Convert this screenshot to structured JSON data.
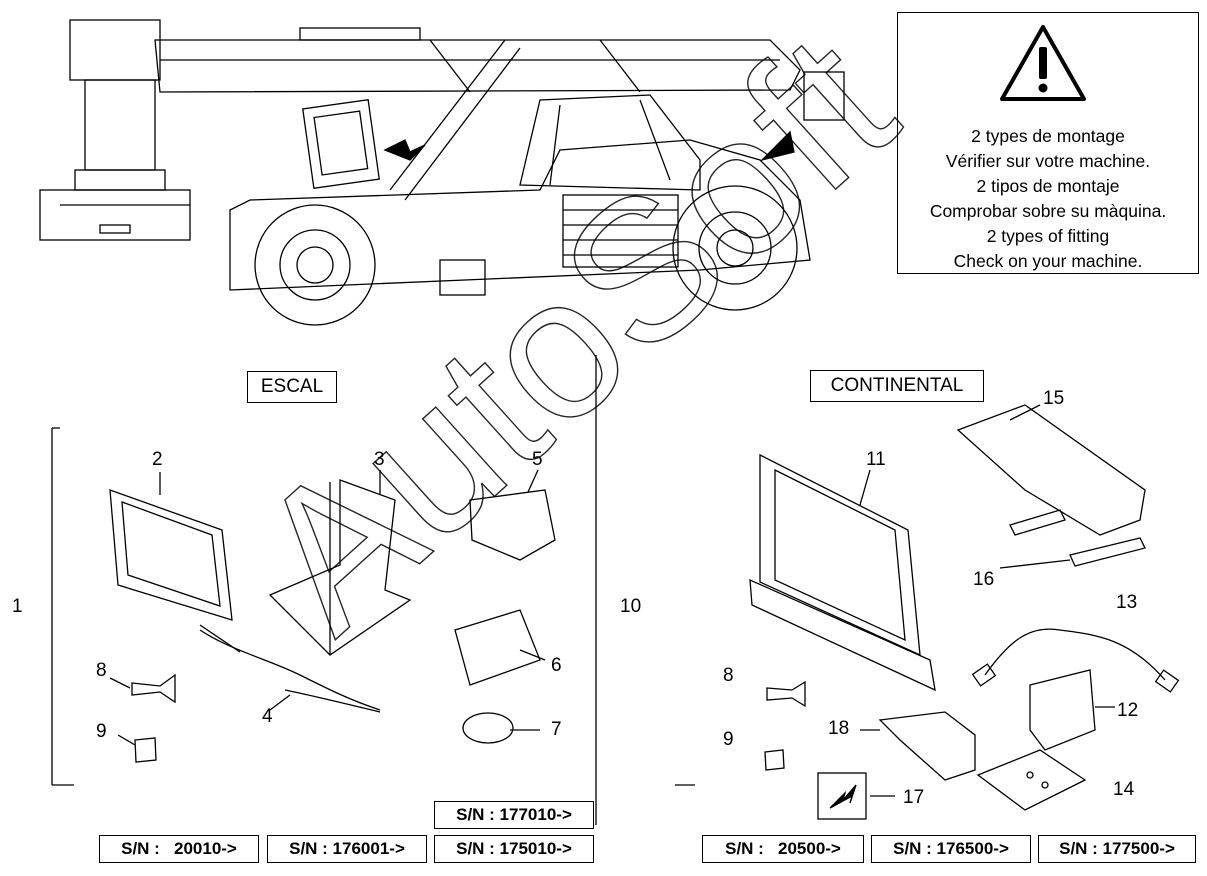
{
  "warning": {
    "icon": "warning-triangle-icon",
    "lines": [
      "2 types de montage",
      "Vérifier sur votre machine.",
      "2 tipos de montaje",
      "Comprobar sobre su màquina.",
      "2 types of fitting",
      "Check on your machine."
    ]
  },
  "sections": {
    "left_title": "ESCAL",
    "right_title": "CONTINENTAL"
  },
  "callouts": {
    "c1": "1",
    "c2": "2",
    "c3": "3",
    "c4": "4",
    "c5": "5",
    "c6": "6",
    "c7": "7",
    "c8": "8",
    "c9": "9",
    "c10": "10",
    "c11": "11",
    "c12": "12",
    "c13": "13",
    "c14": "14",
    "c15": "15",
    "c16": "16",
    "c17": "17",
    "c18": "18",
    "c8b": "8",
    "c9b": "9"
  },
  "serials": {
    "top_left": "S/N : 177010->",
    "s1": "S/N :   20010->",
    "s2": "S/N : 176001->",
    "s3": "S/N : 175010->",
    "s4": "S/N :   20500->",
    "s5": "S/N : 176500->",
    "s6": "S/N : 177500->"
  },
  "watermark": "AutoSoft"
}
